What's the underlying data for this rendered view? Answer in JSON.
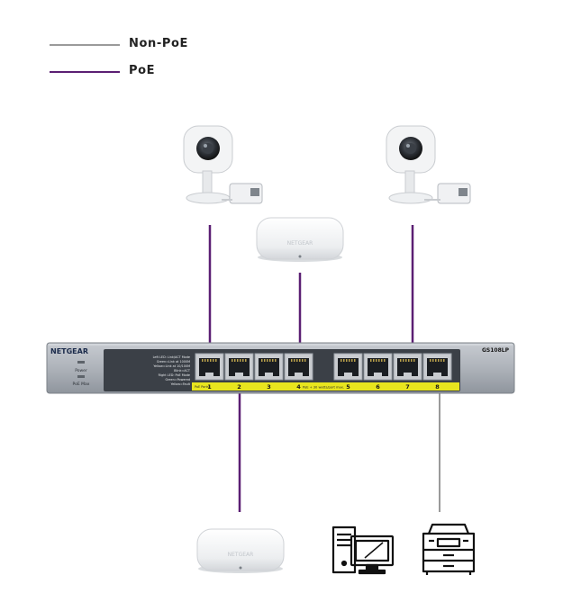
{
  "legend": {
    "non_poe_label": "Non-PoE",
    "poe_label": "PoE",
    "non_poe_color": "#9a9a9a",
    "poe_color": "#5b1f73"
  },
  "switch": {
    "brand": "NETGEAR",
    "model": "GS108LP",
    "power_label": "Power",
    "poe_max_label": "PoE Max",
    "left_led_text": [
      "Left LED: Link/ACT Mode",
      "Green=Link at 1000M",
      "Yellow=Link at 10/100M",
      "Blink=ACT"
    ],
    "right_led_text": [
      "Right LED: PoE Mode",
      "Green=Powered",
      "Yellow=Fault"
    ],
    "poe_ports_label": "PoE Ports",
    "poe_budget_label": "PoE + 30 watts/port max.",
    "port_numbers": [
      "1",
      "2",
      "3",
      "4",
      "5",
      "6",
      "7",
      "8"
    ]
  },
  "devices": {
    "left_camera": "camera-icon",
    "right_camera": "camera-icon",
    "top_access_point": "access-point-icon",
    "bottom_access_point": "access-point-icon",
    "desktop_computer": "desktop-computer-icon",
    "printer": "printer-icon"
  }
}
